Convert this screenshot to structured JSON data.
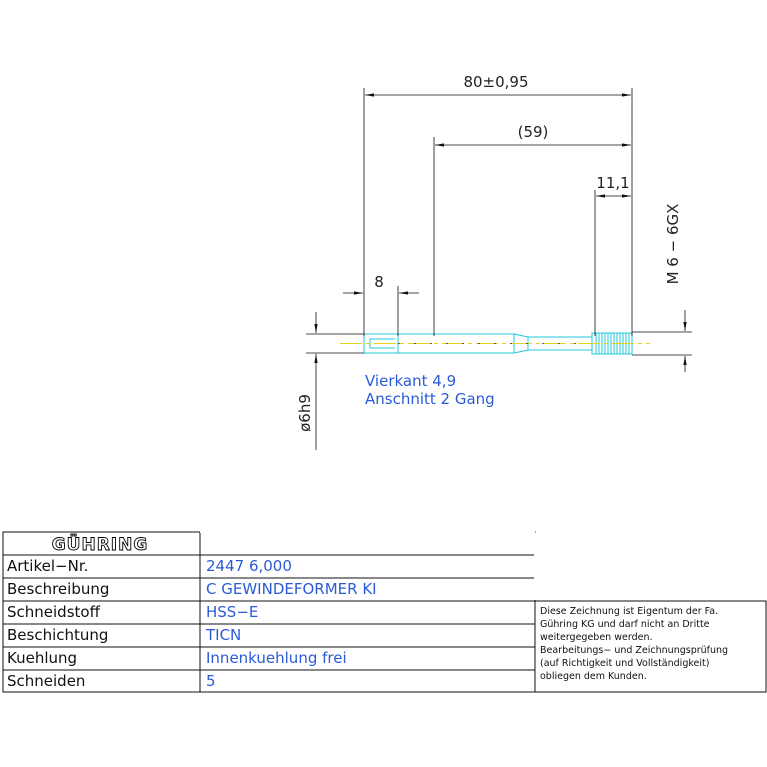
{
  "dimensions": {
    "overall_length": "80±0,95",
    "shank_length": "(59)",
    "thread_length": "11,1",
    "square_length": "8",
    "thread_size": "M 6 − 6GX",
    "shank_diameter": "ø6h9"
  },
  "notes": {
    "square": "Vierkant 4,9",
    "chamfer": "Anschnitt 2 Gang"
  },
  "titleblock": {
    "brand": "GÜHRING",
    "rows": [
      {
        "label": "Artikel−Nr.",
        "value": "2447 6,000"
      },
      {
        "label": "Beschreibung",
        "value": "C GEWINDEFORMER KI"
      },
      {
        "label": "Schneidstoff",
        "value": "HSS−E"
      },
      {
        "label": "Beschichtung",
        "value": "TICN"
      },
      {
        "label": "Kuehlung",
        "value": "Innenkuehlung frei"
      },
      {
        "label": "Schneiden",
        "value": "5"
      }
    ],
    "disclaimer": [
      "Diese Zeichnung ist Eigentum der Fa.",
      "Gühring KG und darf nicht an Dritte",
      "weitergegeben werden.",
      "Bearbeitungs− und Zeichnungsprüfung",
      "(auf Richtigkeit und Vollständigkeit)",
      "obliegen dem Kunden."
    ]
  },
  "colors": {
    "outline": "#22c8d8",
    "centerline": "#e6d21a",
    "dimension": "#111111",
    "note_text": "#2a5bd7"
  }
}
